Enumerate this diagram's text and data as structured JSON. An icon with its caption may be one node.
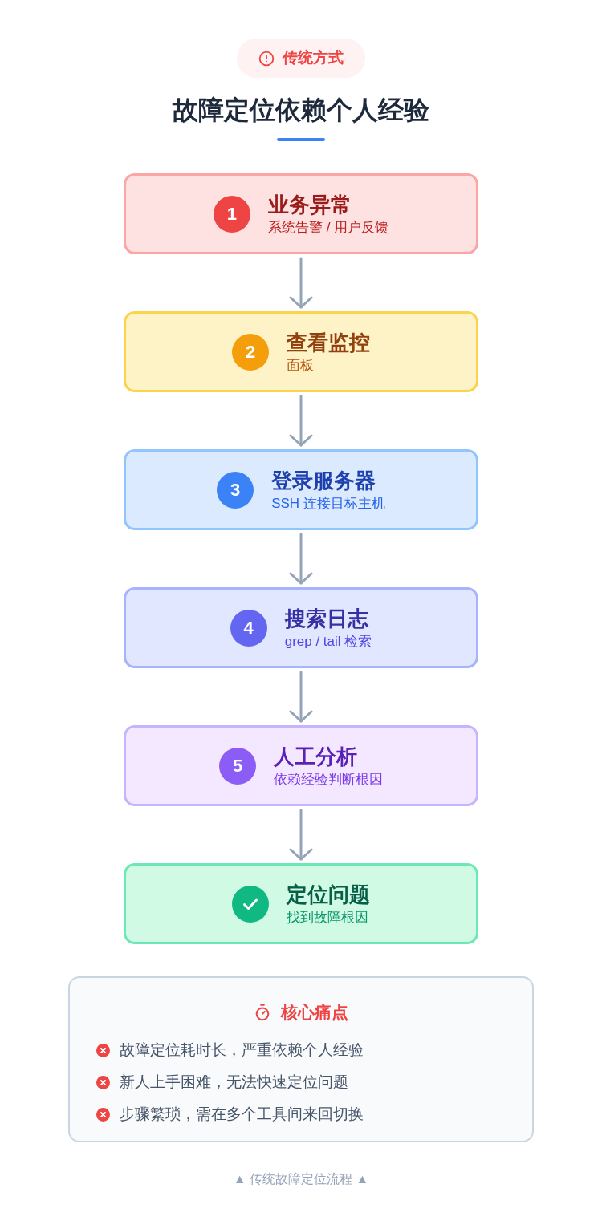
{
  "diagram": {
    "title": "故障定位依赖个人经验",
    "caption": "▲ 传统故障定位流程 ▲",
    "nodes": [
      {
        "text": [
          "传统方式"
        ]
      },
      {
        "text": [
          "1",
          "业务异常",
          "系统告警 / 用户反馈"
        ]
      },
      {
        "text": [
          "2",
          "查看监控",
          "面板"
        ]
      },
      {
        "text": [
          "3",
          "登录服务器",
          "SSH 连接目标主机"
        ]
      },
      {
        "text": [
          "4",
          "搜索日志",
          "grep / tail 检索"
        ]
      },
      {
        "text": [
          "5",
          "人工分析",
          "依赖经验判断根因"
        ]
      },
      {
        "text": [
          "定位问题",
          "找到故障根因"
        ]
      },
      {
        "text": [
          "核心痛点",
          "故障定位耗时长，严重依赖个人经验",
          "新人上手困难，无法快速定位问题",
          "步骤繁琐，需在多个工具间来回切换"
        ]
      }
    ],
    "edges": [
      {
        "from": 1,
        "to": 2,
        "arrow": "to"
      },
      {
        "from": 2,
        "to": 3,
        "arrow": "to"
      },
      {
        "from": 3,
        "to": 4,
        "arrow": "to"
      },
      {
        "from": 4,
        "to": 5,
        "arrow": "to"
      },
      {
        "from": 5,
        "to": 6,
        "arrow": "to"
      }
    ]
  }
}
